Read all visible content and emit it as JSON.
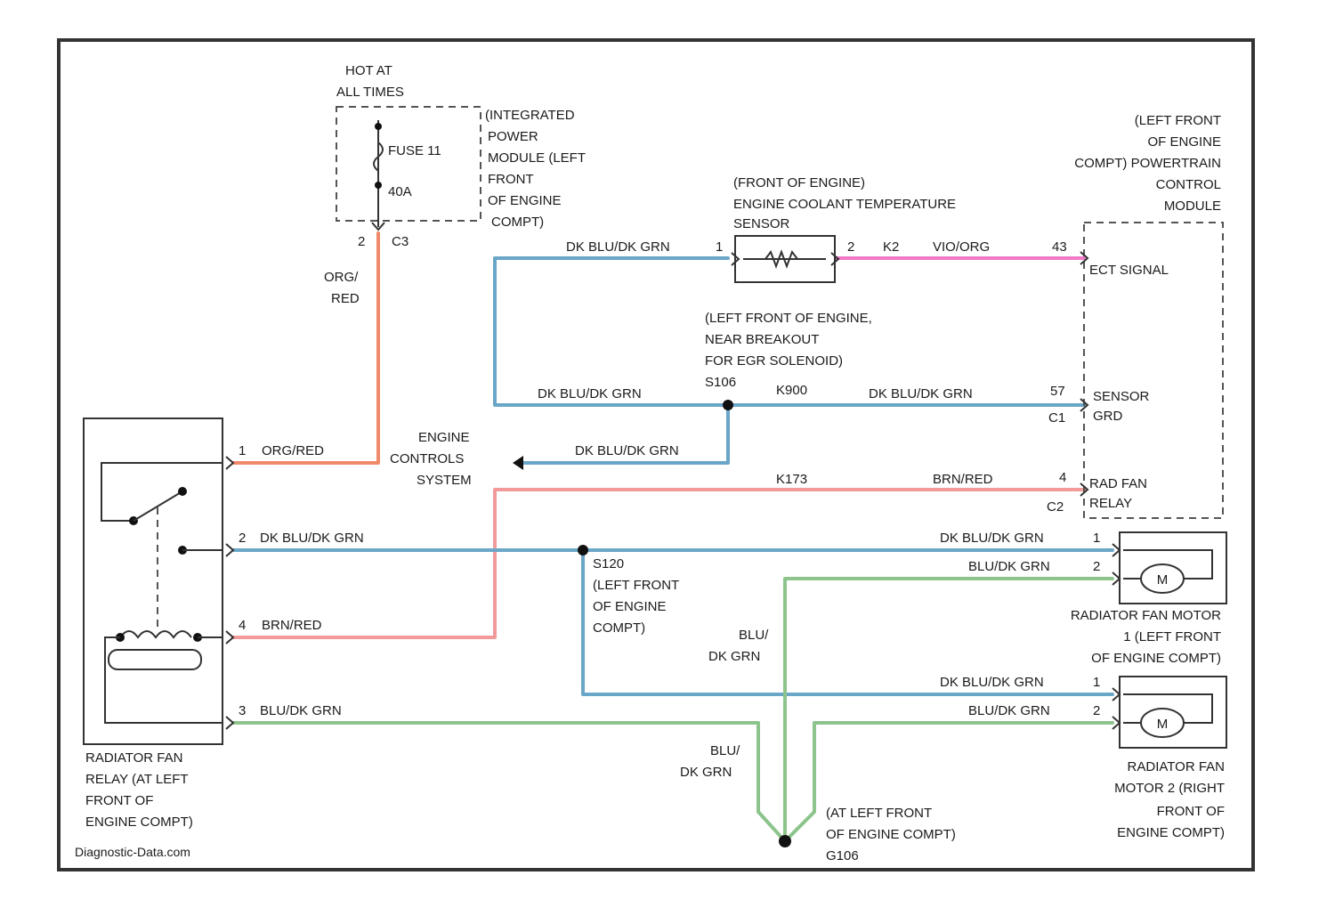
{
  "colors": {
    "orange_red": "#f08a6a",
    "dk_blu_dk_grn": "#6aa6c8",
    "violet_org": "#f07ac8",
    "brn_red": "#f29a9a",
    "blu_dk_grn": "#8cc48c"
  },
  "labels": {
    "hot_at_1": "HOT AT",
    "hot_at_2": "ALL TIMES",
    "ipm_1": "(INTEGRATED",
    "ipm_2": "POWER",
    "ipm_3": "MODULE (LEFT",
    "ipm_4": "FRONT",
    "ipm_5": "OF ENGINE",
    "ipm_6": "COMPT)",
    "fuse": "FUSE 11",
    "amps": "40A",
    "ipm_pin": "2",
    "ipm_conn": "C3",
    "org_1": "ORG/",
    "org_2": "RED",
    "pcm_1": "(LEFT FRONT",
    "pcm_2": "OF ENGINE",
    "pcm_3": "COMPT) POWERTRAIN",
    "pcm_4": "CONTROL",
    "pcm_5": "MODULE",
    "ect_1": "(FRONT OF ENGINE)",
    "ect_2": "ENGINE COOLANT TEMPERATURE",
    "ect_3": "SENSOR",
    "ect_pin1": "1",
    "ect_pin2": "2",
    "ect_k2": "K2",
    "ect_wire_left": "DK BLU/DK GRN",
    "ect_wire_right": "VIO/ORG",
    "ect_pcm_pin": "43",
    "ect_signal": "ECT SIGNAL",
    "splice_1": "(LEFT FRONT OF ENGINE,",
    "splice_2": "NEAR BREAKOUT",
    "splice_3": "FOR EGR SOLENOID)",
    "splice_id": "S106",
    "k900": "K900",
    "sg_wire_left": "DK BLU/DK GRN",
    "sg_wire_right": "DK BLU/DK GRN",
    "sg_pin": "57",
    "sg_conn": "C1",
    "sensor_1": "SENSOR",
    "sensor_2": "GRD",
    "ecs_1": "ENGINE",
    "ecs_2": "CONTROLS",
    "ecs_3": "SYSTEM",
    "ecs_wire": "DK BLU/DK GRN",
    "relay_p1": "1",
    "relay_w1": "ORG/RED",
    "k173": "K173",
    "brn_red_top": "BRN/RED",
    "fan_pin": "4",
    "fan_conn": "C2",
    "fan_1": "RAD FAN",
    "fan_2": "RELAY",
    "relay_p2": "2",
    "relay_w2": "DK BLU/DK GRN",
    "m1_w1": "DK BLU/DK GRN",
    "m1_p1": "1",
    "m1_w2": "BLU/DK GRN",
    "m1_p2": "2",
    "m1_1": "RADIATOR FAN MOTOR",
    "m1_2": "1 (LEFT FRONT",
    "m1_3": "OF ENGINE COMPT)",
    "s120_1": "S120",
    "s120_2": "(LEFT FRONT",
    "s120_3": "OF ENGINE",
    "s120_4": "COMPT)",
    "vert_1": "BLU/",
    "vert_2": "DK GRN",
    "relay_p4": "4",
    "relay_w4": "BRN/RED",
    "m2_w1": "DK BLU/DK GRN",
    "m2_p1": "1",
    "m2_w2": "BLU/DK GRN",
    "m2_p2": "2",
    "relay_p3": "3",
    "relay_w3": "BLU/DK GRN",
    "vert2_1": "BLU/",
    "vert2_2": "DK GRN",
    "relay_1": "RADIATOR FAN",
    "relay_2": "RELAY (AT LEFT",
    "relay_3": "FRONT OF",
    "relay_4": "ENGINE COMPT)",
    "g_1": "(AT LEFT FRONT",
    "g_2": "OF ENGINE COMPT)",
    "g_3": "G106",
    "m2_1": "RADIATOR FAN",
    "m2_2": "MOTOR 2 (RIGHT",
    "m2_3": "FRONT OF",
    "m2_4": "ENGINE COMPT)",
    "motor": "M",
    "watermark": "Diagnostic-Data.com"
  }
}
